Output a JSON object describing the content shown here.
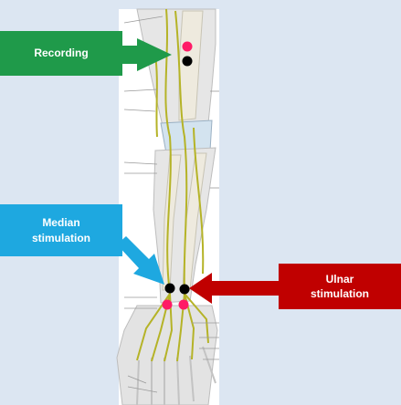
{
  "labels": {
    "recording": "Recording",
    "median_line1": "Median",
    "median_line2": "stimulation",
    "ulnar_line1": "Ulnar",
    "ulnar_line2": "stimulation"
  },
  "colors": {
    "background": "#dce6f2",
    "recording": "#1f9a4a",
    "median": "#1ea8e0",
    "ulnar": "#c00000",
    "electrode_active": "#000000",
    "electrode_reference": "#ff1a66",
    "nerve": "#b5b327",
    "skin": "#dcdcdc"
  },
  "electrodes": [
    {
      "role": "recording-reference",
      "color": "reference"
    },
    {
      "role": "recording-active",
      "color": "active"
    },
    {
      "role": "median-cathode",
      "color": "active"
    },
    {
      "role": "ulnar-cathode",
      "color": "active"
    },
    {
      "role": "median-anode",
      "color": "reference"
    },
    {
      "role": "ulnar-anode",
      "color": "reference"
    }
  ]
}
